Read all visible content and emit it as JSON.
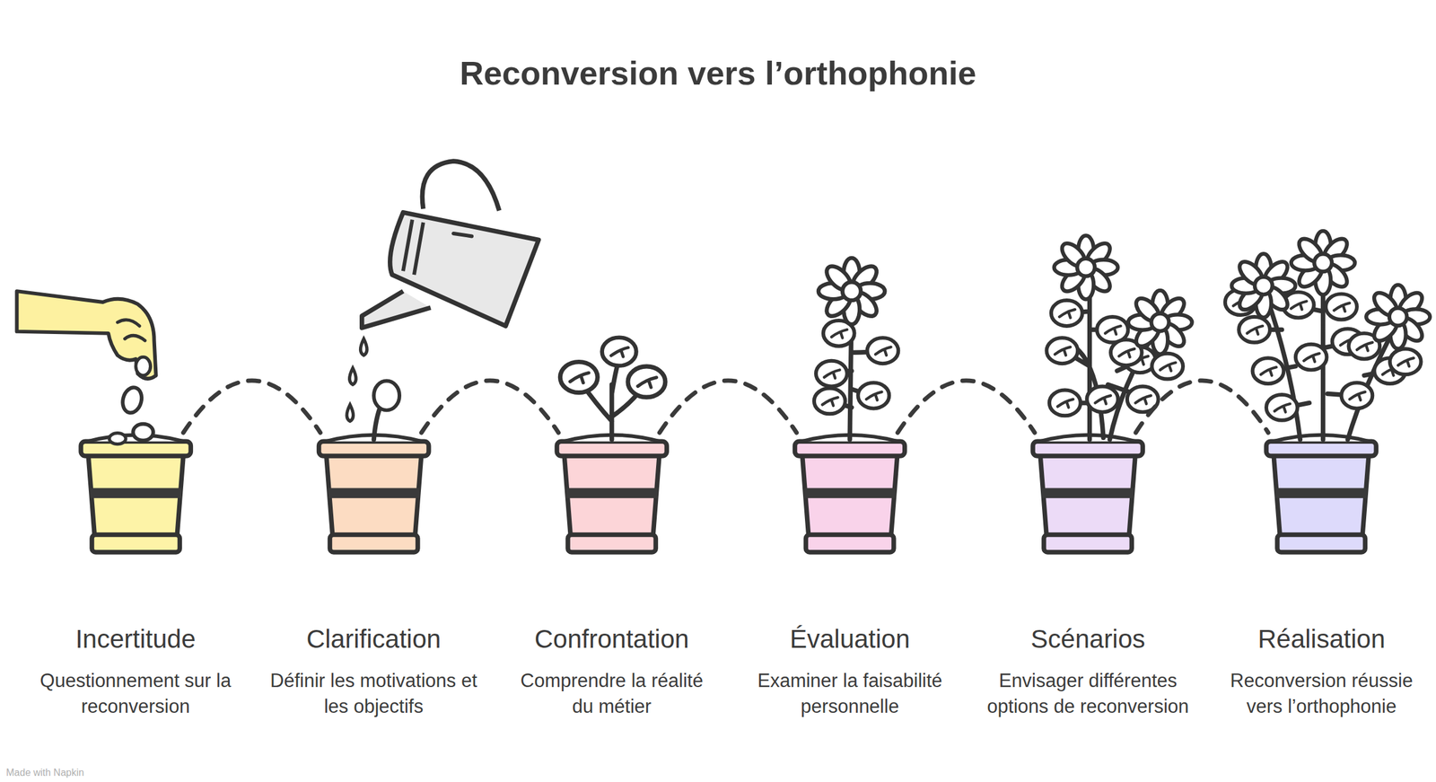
{
  "diagram": {
    "title": "Reconversion vers l’orthophonie",
    "nodes": [
      {
        "text": [
          "Incertitude",
          "Questionnement sur la reconversion"
        ]
      },
      {
        "text": [
          "Clarification",
          "Définir les motivations et les objectifs"
        ]
      },
      {
        "text": [
          "Confrontation",
          "Comprendre la réalité du métier"
        ]
      },
      {
        "text": [
          "Évaluation",
          "Examiner la faisabilité personnelle"
        ]
      },
      {
        "text": [
          "Scénarios",
          "Envisager différentes options de reconversion"
        ]
      },
      {
        "text": [
          "Réalisation",
          "Reconversion réussie vers l’orthophonie"
        ]
      }
    ],
    "edges": [
      {
        "from": 0,
        "to": 1,
        "arrow": "none"
      },
      {
        "from": 1,
        "to": 2,
        "arrow": "none"
      },
      {
        "from": 2,
        "to": 3,
        "arrow": "none"
      },
      {
        "from": 3,
        "to": 4,
        "arrow": "none"
      },
      {
        "from": 4,
        "to": 5,
        "arrow": "none"
      }
    ],
    "labels": [
      "Made with Napkin"
    ]
  }
}
